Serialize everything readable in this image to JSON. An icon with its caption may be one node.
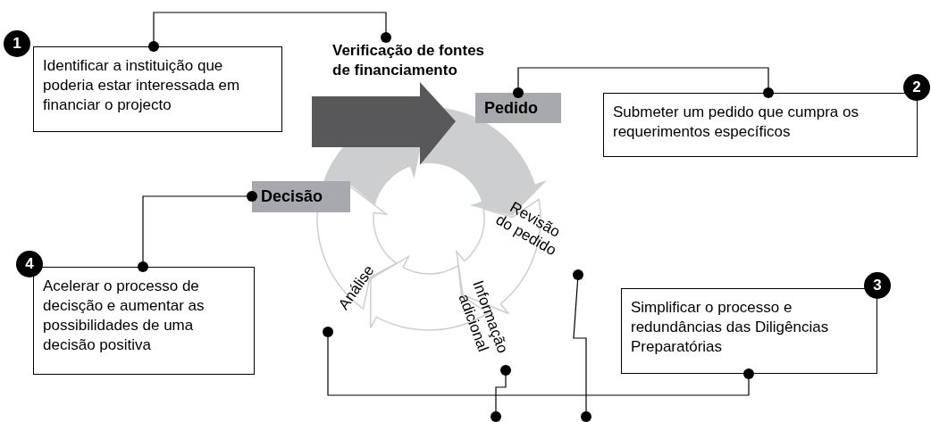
{
  "diagram": {
    "nodes": [
      {
        "text": [
          "Identificar a instituição que poderia estar interessada em financiar o projecto"
        ],
        "beside": [
          "1"
        ]
      },
      {
        "text": [
          "Verificação de fontes de financiamento"
        ]
      },
      {
        "text": [
          "Pedido"
        ]
      },
      {
        "text": [
          "Submeter um pedido que cumpra os requerimentos específicos"
        ],
        "beside": [
          "2"
        ]
      },
      {
        "text": [
          "Decisão"
        ]
      },
      {
        "text": [
          "Acelerar o processo de decisção e aumentar as possibilidades de uma decisão positiva"
        ],
        "beside": [
          "4"
        ]
      },
      {
        "text": [
          "Revisão do pedido"
        ]
      },
      {
        "text": [
          "Informação adicional"
        ]
      },
      {
        "text": [
          "Análise"
        ]
      },
      {
        "text": [
          "Simplificar o processo e redundâncias das Diligências Preparatórias"
        ],
        "beside": [
          "3"
        ]
      }
    ],
    "edges": [
      {
        "from": 0,
        "to": 1,
        "arrow": "other"
      },
      {
        "from": 2,
        "to": 3,
        "arrow": "other"
      },
      {
        "from": 4,
        "to": 5,
        "arrow": "other"
      },
      {
        "from": 8,
        "to": 9,
        "arrow": "other"
      },
      {
        "from": 7,
        "to": null,
        "arrow": "other"
      },
      {
        "from": 6,
        "to": null,
        "arrow": "other"
      }
    ]
  }
}
